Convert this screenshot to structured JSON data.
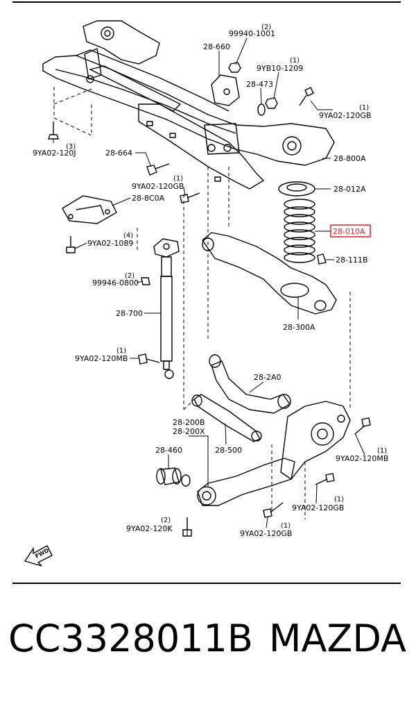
{
  "callouts": {
    "p99940": {
      "code": "99940-1001",
      "qty": "(2)"
    },
    "p28660": {
      "code": "28-660"
    },
    "p9YB10": {
      "code": "9YB10-1209",
      "qty": "(1)"
    },
    "p28473": {
      "code": "28-473"
    },
    "p9YA02_120GB_top": {
      "code": "9YA02-120GB",
      "qty": "(1)"
    },
    "p28800A": {
      "code": "28-800A"
    },
    "p9YA02_120J": {
      "code": "9YA02-120J",
      "qty": "(3)"
    },
    "p28664": {
      "code": "28-664"
    },
    "p9YA02_120GB_left": {
      "code": "9YA02-120GB",
      "qty": "(1)"
    },
    "p28012A": {
      "code": "28-012A"
    },
    "p288C0A": {
      "code": "28-8C0A"
    },
    "p28010A": {
      "code": "28-010A"
    },
    "p9YA02_1089": {
      "code": "9YA02-1089",
      "qty": "(4)"
    },
    "p28111B": {
      "code": "28-111B"
    },
    "p99946": {
      "code": "99946-0800",
      "qty": "(2)"
    },
    "p28700": {
      "code": "28-700"
    },
    "p28300A": {
      "code": "28-300A"
    },
    "p9YA02_120MB_left": {
      "code": "9YA02-120MB",
      "qty": "(1)"
    },
    "p282A0": {
      "code": "28-2A0"
    },
    "p28200B": {
      "code": "28-200B"
    },
    "p28200X": {
      "code": "28-200X"
    },
    "p28460": {
      "code": "28-460"
    },
    "p28500": {
      "code": "28-500"
    },
    "p9YA02_120MB_right": {
      "code": "9YA02-120MB",
      "qty": "(1)"
    },
    "p9YA02_120GB_mid": {
      "code": "9YA02-120GB",
      "qty": "(1)"
    },
    "p9YA02_120K": {
      "code": "9YA02-120K",
      "qty": "(2)"
    },
    "p9YA02_120GB_bot": {
      "code": "9YA02-120GB",
      "qty": "(1)"
    }
  },
  "fwd_label": "FWD",
  "highlight_color": "#e02020",
  "footer": {
    "part_number": "CC3328011B",
    "brand": "MAZDA"
  }
}
